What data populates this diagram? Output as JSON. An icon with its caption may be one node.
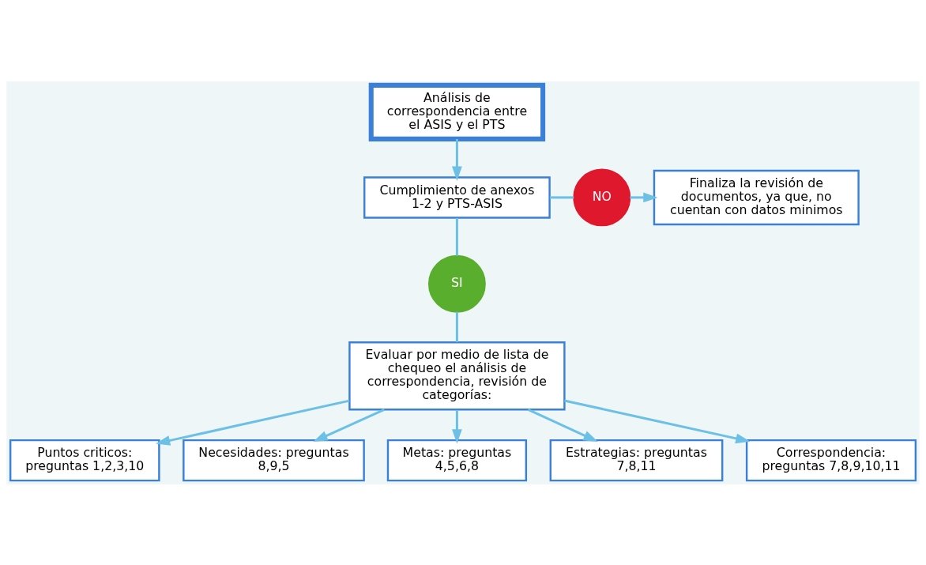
{
  "diagram": {
    "nodes": [
      {
        "text": [
          "Análisis de correspondencia entre el ASIS y el PTS"
        ]
      },
      {
        "text": [
          "Cumplimiento de anexos 1-2 y PTS-ASIS"
        ]
      },
      {
        "text": [
          "NO"
        ]
      },
      {
        "text": [
          "Finaliza la revisión de documentos, ya que, no cuentan con datos minimos"
        ]
      },
      {
        "text": [
          "SI"
        ]
      },
      {
        "text": [
          "Evaluar por medio de lista de chequeo el análisis de correspondencia, revisión de categorías:"
        ]
      },
      {
        "text": [
          "Puntos criticos: preguntas 1,2,3,10"
        ]
      },
      {
        "text": [
          "Necesidades: preguntas 8,9,5"
        ]
      },
      {
        "text": [
          "Metas: preguntas 4,5,6,8"
        ]
      },
      {
        "text": [
          "Estrategias: preguntas 7,8,11"
        ]
      },
      {
        "text": [
          "Correspondencia: preguntas 7,8,9,10,11"
        ]
      }
    ],
    "edges": [
      {
        "from": 0,
        "to": 1,
        "arrow": "to"
      },
      {
        "from": 1,
        "to": 2,
        "arrow": "none"
      },
      {
        "from": 2,
        "to": 3,
        "arrow": "to"
      },
      {
        "from": 1,
        "to": 4,
        "arrow": "none"
      },
      {
        "from": 4,
        "to": 5,
        "arrow": "none"
      },
      {
        "from": 5,
        "to": 6,
        "arrow": "to"
      },
      {
        "from": 5,
        "to": 7,
        "arrow": "to"
      },
      {
        "from": 5,
        "to": 8,
        "arrow": "to"
      },
      {
        "from": 5,
        "to": 9,
        "arrow": "to"
      },
      {
        "from": 5,
        "to": 10,
        "arrow": "to"
      }
    ]
  }
}
